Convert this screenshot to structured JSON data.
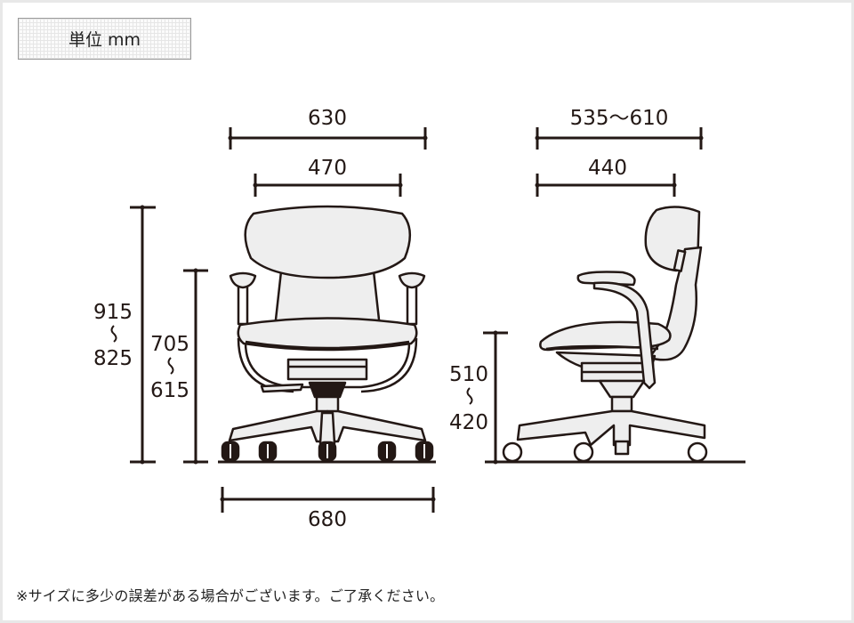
{
  "unit_label": "単位 mm",
  "colors": {
    "line": "#231815",
    "fill": "#eeeeee",
    "background": "#ffffff",
    "border": "#e8e8e8"
  },
  "front_view": {
    "overall_width": "630",
    "seat_width": "470",
    "total_height_max": "915",
    "total_height_tilde": "～",
    "total_height_min": "825",
    "armrest_height_max": "705",
    "armrest_height_tilde": "～",
    "armrest_height_min": "615",
    "base_width": "680"
  },
  "side_view": {
    "overall_depth": "535〜610",
    "seat_depth": "440",
    "seat_height_max": "510",
    "seat_height_tilde": "～",
    "seat_height_min": "420"
  },
  "footnote": "※サイズに多少の誤差がある場合がございます。ご了承ください。"
}
